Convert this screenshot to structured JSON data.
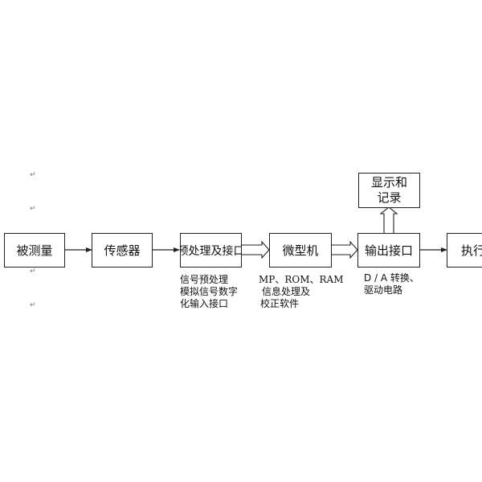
{
  "blocks": {
    "measured": "被测量",
    "sensor": "传感器",
    "preprocess": "预处理及接口",
    "micro": "微型机",
    "output": "输出接口",
    "display": [
      "显示和",
      "记录"
    ],
    "actuator": "执行"
  },
  "notes": {
    "preprocess": [
      "信号预处理",
      "模拟信号数字",
      "化输入接口"
    ],
    "micro": [
      "MP、ROM、RAM",
      "信息处理及",
      "校正软件"
    ],
    "output": [
      "D / A 转换、",
      "驱动电路"
    ]
  },
  "paragraph_mark": "↵"
}
